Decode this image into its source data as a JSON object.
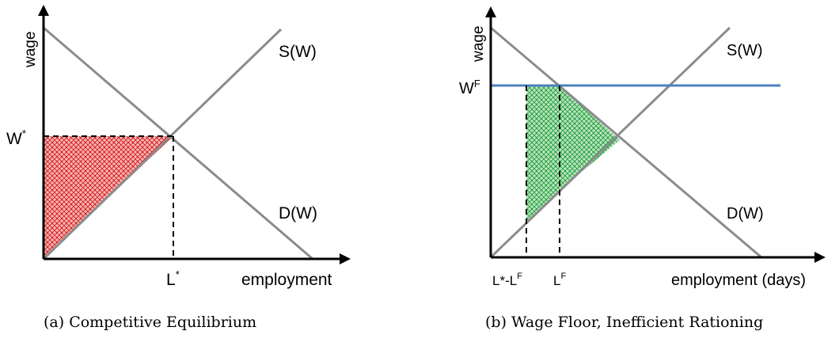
{
  "panel_a": {
    "y_axis_label": "wage",
    "x_axis_label": "employment",
    "supply_label": "S(W)",
    "demand_label": "D(W)",
    "wage_tick": "W",
    "wage_tick_sup": "*",
    "employment_tick": "L",
    "employment_tick_sup": "*",
    "caption": "(a)  Competitive Equilibrium",
    "shade_color": "#e03030"
  },
  "panel_b": {
    "y_axis_label": "wage",
    "x_axis_label": "employment (days)",
    "supply_label": "S(W)",
    "demand_label": "D(W)",
    "floor_tick": "W",
    "floor_tick_sup": "F",
    "tick_left": "L*-L",
    "tick_left_sup": "F",
    "tick_right": "L",
    "tick_right_sup": "F",
    "caption": "(b)  Wage Floor, Inefficient Rationing",
    "floor_color": "#4f81bd",
    "shade_color": "#2ea84a"
  }
}
